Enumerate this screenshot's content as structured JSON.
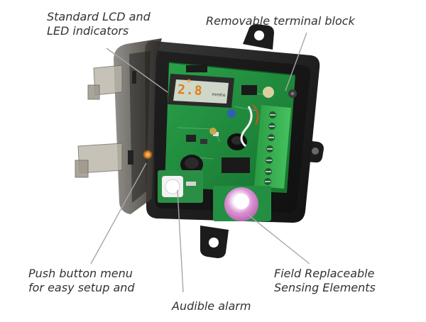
{
  "callouts": {
    "lcd_led": [
      "Standard LCD and",
      "LED indicators"
    ],
    "terminal_block": "Removable terminal block",
    "push_button": [
      "Push button menu",
      "for easy setup and"
    ],
    "sensing_elements": [
      "Field Replaceable",
      "Sensing Elements"
    ],
    "audible_alarm": "Audible alarm"
  },
  "device": {
    "lcd_reading": "2.8",
    "lcd_unit": "mmho",
    "led_status": "amber"
  },
  "colors": {
    "enclosure": "#2b2b2b",
    "lid": "#4b4740",
    "pcb": "#1f8a3c",
    "terminal_block": "#2fa84a",
    "sensor_cap": "#d98bd3",
    "lcd_bg": "#cfd7c8",
    "lcd_digit": "#e07c1a"
  }
}
